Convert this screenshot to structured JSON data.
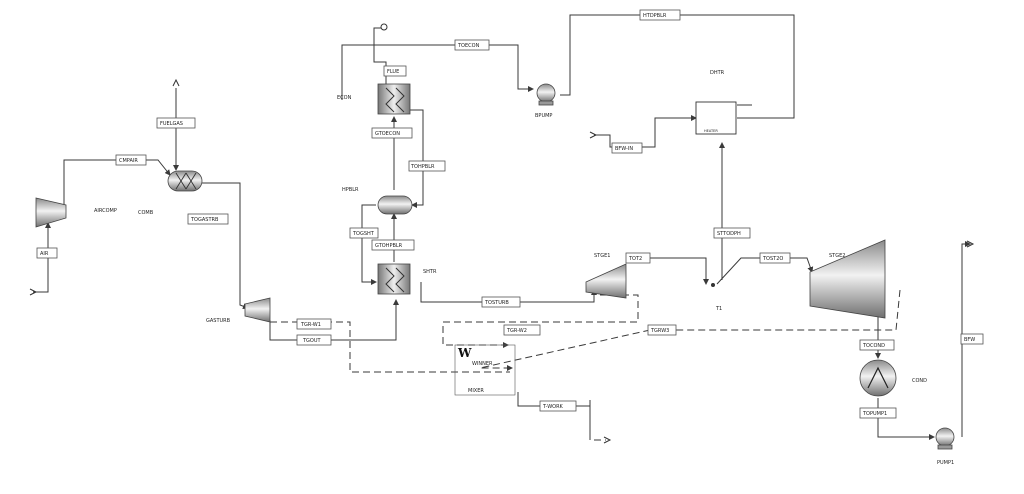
{
  "blocks": {
    "aircomp": "AIRCOMP",
    "comb": "COMB",
    "gasturb": "GASTURB",
    "econ": "ECON",
    "hpblr": "HPBLR",
    "shtr": "SHTR",
    "bpump": "BPUMP",
    "dhtr": "DHTR",
    "heater_box": "HEATER",
    "stge1": "STGE1",
    "stge2": "STGE2",
    "t1": "T1",
    "winner": "WINNER",
    "mixer": "MIXER",
    "cond": "COND",
    "pump1": "PUMP1"
  },
  "streams": {
    "air": "AIR",
    "cmpair": "CMPAIR",
    "fuelgas": "FUELGAS",
    "togastrb": "TOGASTRB",
    "tgr1": "TGR-W1",
    "tgout": "TGOUT",
    "flue": "FLUE",
    "toecon": "TOECON",
    "gtoecon": "GTOECON",
    "tohpblr": "TOHPBLR",
    "togsht": "TOGSHT",
    "gtohpblr": "GTOHPBLR",
    "tosturb": "TOSTURB",
    "tgr2": "TGR-W2",
    "tgrw3": "TGRW3",
    "tot2": "TOT2",
    "tost2o": "TOST2O",
    "sttodph": "STTODPH",
    "htdpblr": "HTDPBLR",
    "bfwin": "BFW-IN",
    "tocond": "TOCOND",
    "topump1": "TOPUMP1",
    "bfw": "BFW",
    "twork": "T-WORK"
  },
  "work_symbol": "W"
}
